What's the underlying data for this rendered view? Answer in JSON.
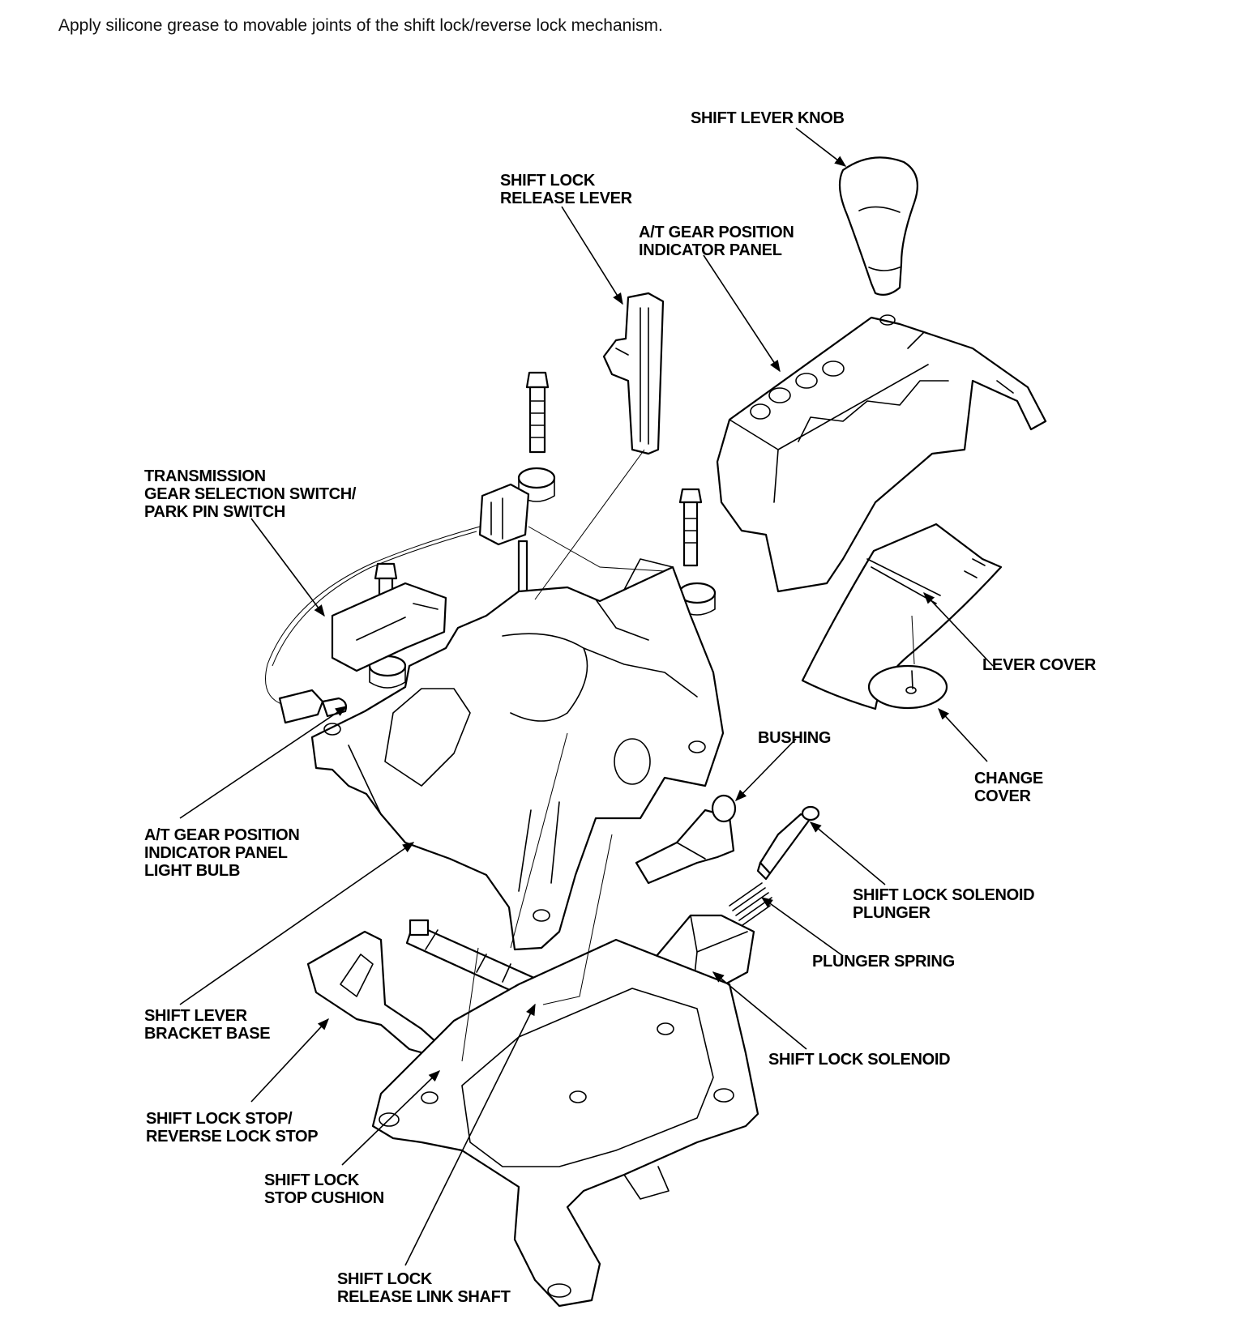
{
  "instruction": "Apply silicone grease to movable joints of the shift lock/reverse lock mechanism.",
  "labels": {
    "shift_lever_knob": [
      "SHIFT LEVER KNOB"
    ],
    "shift_lock_release_lever": [
      "SHIFT LOCK",
      "RELEASE LEVER"
    ],
    "indicator_panel": [
      "A/T GEAR POSITION",
      "INDICATOR PANEL"
    ],
    "gear_selection_switch": [
      "TRANSMISSION",
      "GEAR SELECTION SWITCH/",
      "PARK PIN SWITCH"
    ],
    "lever_cover": [
      "LEVER COVER"
    ],
    "bushing": [
      "BUSHING"
    ],
    "change_cover": [
      "CHANGE",
      "COVER"
    ],
    "light_bulb": [
      "A/T GEAR POSITION",
      "INDICATOR PANEL",
      "LIGHT BULB"
    ],
    "solenoid_plunger": [
      "SHIFT LOCK SOLENOID",
      "PLUNGER"
    ],
    "plunger_spring": [
      "PLUNGER SPRING"
    ],
    "bracket_base": [
      "SHIFT LEVER",
      "BRACKET BASE"
    ],
    "shift_lock_solenoid": [
      "SHIFT LOCK SOLENOID"
    ],
    "shift_lock_stop": [
      "SHIFT LOCK STOP/",
      "REVERSE LOCK STOP"
    ],
    "stop_cushion": [
      "SHIFT LOCK",
      "STOP CUSHION"
    ],
    "release_link_shaft": [
      "SHIFT LOCK",
      "RELEASE LINK SHAFT"
    ]
  }
}
